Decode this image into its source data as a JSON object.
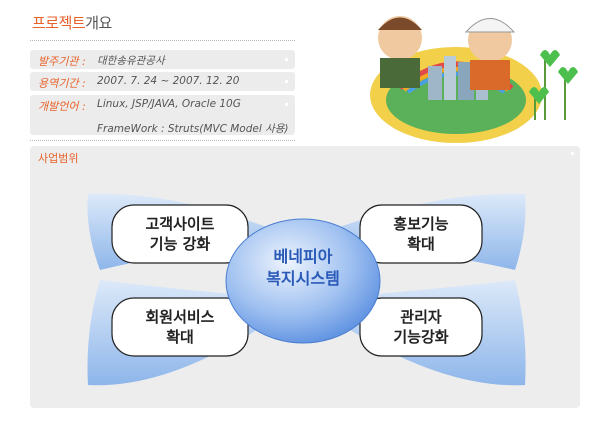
{
  "header": {
    "title_part1": "프로젝트",
    "title_part2": "개요"
  },
  "info": {
    "client": {
      "label": "발주기관 :",
      "value": "대한송유관공사"
    },
    "period": {
      "label": "용역기간 :",
      "value": "2007. 7. 24 ~ 2007. 12. 20"
    },
    "lang": {
      "label": "개발언어 :",
      "value": "Linux, JSP/JAVA, Oracle 10G",
      "value2": "FrameWork : Struts(MVC Model 사용)"
    }
  },
  "scope": {
    "label": "사업범위",
    "center": {
      "line1": "베네피아",
      "line2": "복지시스템"
    },
    "items": [
      {
        "line1": "고객사이트",
        "line2": "기능 강화"
      },
      {
        "line1": "홍보기능",
        "line2": "확대"
      },
      {
        "line1": "회원서비스",
        "line2": "확대"
      },
      {
        "line1": "관리자",
        "line2": "기능강화"
      }
    ]
  },
  "colors": {
    "accent": "#e8622a",
    "card_blue": "#9ec3f0",
    "center_blue": "#5b8fe0"
  }
}
